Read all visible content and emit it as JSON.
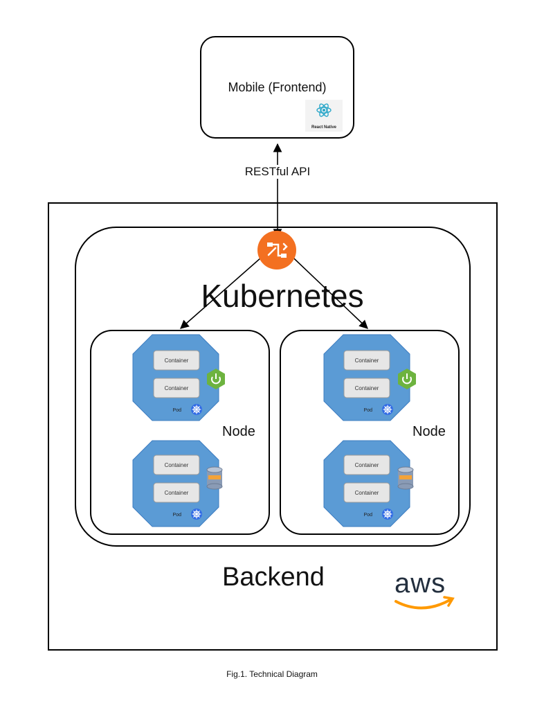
{
  "mobile": {
    "title": "Mobile (Frontend)",
    "badge_label": "React Native"
  },
  "connection": {
    "label": "RESTful API"
  },
  "cluster": {
    "title": "Kubernetes"
  },
  "nodes": [
    {
      "label": "Node",
      "pods": [
        {
          "containers": [
            "Container",
            "Container"
          ],
          "pod_label": "Pod",
          "app_icon": "spring-boot-icon"
        },
        {
          "containers": [
            "Container",
            "Container"
          ],
          "pod_label": "Pod",
          "app_icon": "mysql-icon"
        }
      ]
    },
    {
      "label": "Node",
      "pods": [
        {
          "containers": [
            "Container",
            "Container"
          ],
          "pod_label": "Pod",
          "app_icon": "spring-boot-icon"
        },
        {
          "containers": [
            "Container",
            "Container"
          ],
          "pod_label": "Pod",
          "app_icon": "mysql-icon"
        }
      ]
    }
  ],
  "backend": {
    "title": "Backend",
    "provider": "aws"
  },
  "caption": "Fig.1. Technical Diagram",
  "colors": {
    "pod": "#5b9bd5",
    "container": "#e6e6e6",
    "load_balancer": "#f37021",
    "spring": "#6db33f",
    "k8s": "#326ce5",
    "aws_smile": "#ff9900"
  }
}
